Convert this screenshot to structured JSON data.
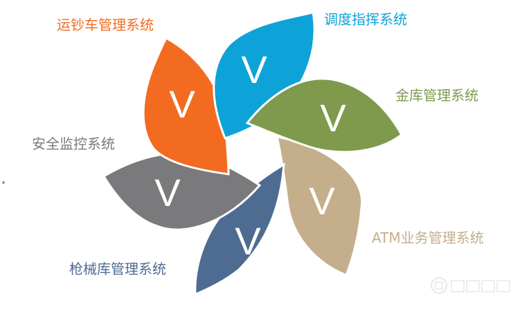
{
  "petals": [
    {
      "id": "cash-transport",
      "label": "运钞车管理系统",
      "mark": "V",
      "color": "#f26b21"
    },
    {
      "id": "dispatch",
      "label": "调度指挥系统",
      "mark": "V",
      "color": "#0ea3d8"
    },
    {
      "id": "vault",
      "label": "金库管理系统",
      "mark": "V",
      "color": "#7f9a4c"
    },
    {
      "id": "atm",
      "label": "ATM业务管理系统",
      "mark": "V",
      "color": "#c4ae8c"
    },
    {
      "id": "armory",
      "label": "枪械库管理系统",
      "mark": "V",
      "color": "#4e6b92"
    },
    {
      "id": "security",
      "label": "安全监控系统",
      "mark": "V",
      "color": "#7a7a7c"
    }
  ],
  "watermark": {
    "icon": "watermark-logo-icon",
    "color": "#bbbbbb"
  }
}
